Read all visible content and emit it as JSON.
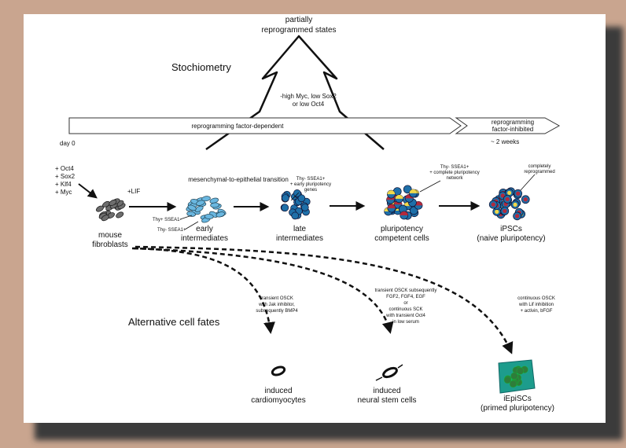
{
  "colors": {
    "frame": "#c9a58f",
    "card_shadow": "#3a3a3a",
    "fibroblast": "#6e6e6e",
    "early_cell": "#6ab7e0",
    "dark_blue": "#1e6fa8",
    "yellow": "#f0d84a",
    "red": "#b32a3c",
    "green": "#2e7d3a",
    "teal_tissue": "#1d9c8c"
  },
  "title_partial": [
    "partially",
    "reprogrammed states"
  ],
  "stochiometry": "Stochiometry",
  "stoich_note": [
    "-high Myc, low Sox2",
    "or low Oct4"
  ],
  "bar": {
    "dependent": "reprogramming factor-dependent",
    "inhibited": [
      "reprogramming",
      "factor-inhibited"
    ]
  },
  "day0": "day 0",
  "weeks": "~ 2 weeks",
  "factors": [
    "+ Oct4",
    "+ Sox2",
    "+ Klf4",
    "+ Myc"
  ],
  "lif": "+LIF",
  "met": "mesenchymal-to-epithelial transition",
  "thy_pos_neg": "Thy+ SSEA1-",
  "thy_neg_pos": "Thy- SSEA1+",
  "late_note": [
    "Thy- SSEA1+",
    "+ early pluripotency",
    "genes"
  ],
  "plur_note": [
    "Thy- SSEA1+",
    "+ complete pluripotency",
    "network"
  ],
  "complete_note": [
    "completely",
    "reprogrammed"
  ],
  "stages": {
    "fibroblasts": [
      "mouse",
      "fibroblasts"
    ],
    "early": [
      "early",
      "intermediates"
    ],
    "late": [
      "late",
      "intermediates"
    ],
    "pluripotency": [
      "pluripotency",
      "competent cells"
    ],
    "ipsc": [
      "iPSCs",
      "(naive pluripotency)"
    ]
  },
  "alt_fates": "Alternative cell fates",
  "fate_notes": {
    "cardio": [
      "transient OSCK",
      "with Jak inhibitor,",
      "subsequently BMP4"
    ],
    "neural": [
      "transient OSCK subsequently",
      "FGF2, FGF4, EGF",
      "or",
      "continuous SCK",
      "with transient Oct4",
      "in low serum"
    ],
    "epi": [
      "continuous OSCK",
      "with Lif inhibition",
      "+ activin, bFGF"
    ]
  },
  "fates": {
    "cardio": [
      "induced",
      "cardiomyocytes"
    ],
    "neural": [
      "induced",
      "neural stem cells"
    ],
    "epi": [
      "iEpiSCs",
      "(primed pluripotency)"
    ]
  }
}
